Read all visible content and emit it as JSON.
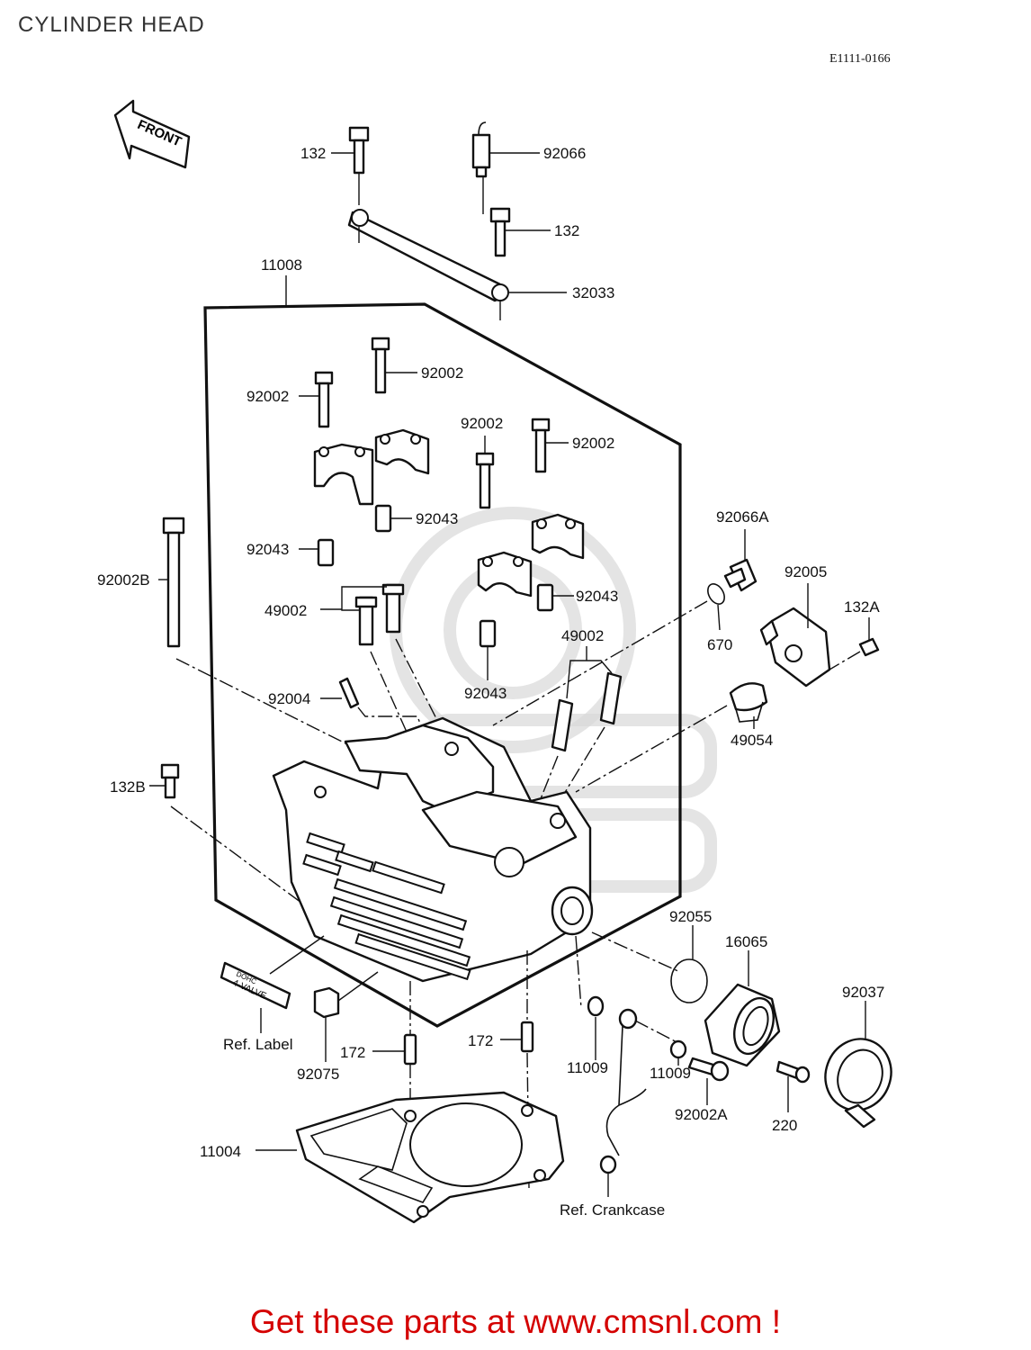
{
  "header": {
    "title": "CYLINDER HEAD",
    "ref_code": "E1111-0166"
  },
  "front_arrow": {
    "text": "FRONT"
  },
  "label_tag": {
    "line1": "DOHC",
    "line2": "4-VALVE"
  },
  "parts": {
    "p132_top": "132",
    "p92066": "92066",
    "p132_mid": "132",
    "p32033": "32033",
    "p11008": "11008",
    "p92002_a": "92002",
    "p92002_b": "92002",
    "p92002_c": "92002",
    "p92002_d": "92002",
    "p92043_a": "92043",
    "p92043_b": "92043",
    "p92043_c": "92043",
    "p92043_d": "92043",
    "p92002B": "92002B",
    "p49002_a": "49002",
    "p49002_b": "49002",
    "p92004": "92004",
    "p92066A": "92066A",
    "p92005": "92005",
    "p132A": "132A",
    "p670": "670",
    "p49054": "49054",
    "p132B": "132B",
    "p92055": "92055",
    "p16065": "16065",
    "p92037": "92037",
    "ref_label": "Ref. Label",
    "p92075": "92075",
    "p172_a": "172",
    "p172_b": "172",
    "p11009_a": "11009",
    "p11009_b": "11009",
    "p92002A": "92002A",
    "p220": "220",
    "p11004": "11004",
    "ref_crankcase": "Ref. Crankcase"
  },
  "footer": {
    "promo": "Get these parts at www.cmsnl.com !"
  },
  "colors": {
    "line": "#111111",
    "promo": "#d40000",
    "watermark": "#d9d9d9"
  }
}
